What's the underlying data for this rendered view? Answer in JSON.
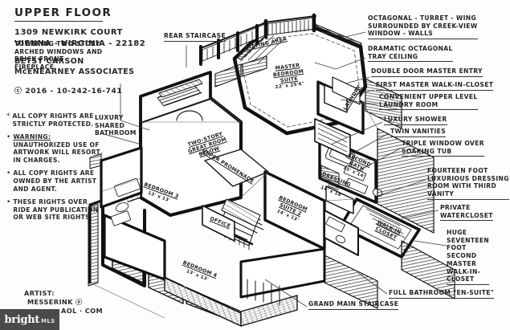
{
  "sheet": {
    "title": "UPPER FLOOR",
    "address_line1": "1309 NEWKIRK COURT",
    "address_line2": "VIENNA - VIRGINIA - 22182",
    "agent_name": "BETSY CARSON",
    "agent_company": "McENEARNEY ASSOCIATES",
    "code": "ⓒ 2016 - 10-242-16-741"
  },
  "legal_notes": [
    {
      "bullet": "*",
      "heading": "",
      "text": "ALL COPY RIGHTS ARE STRICTLY PROTECTED."
    },
    {
      "bullet": "•",
      "heading": "WARNING:",
      "text": "UNAUTHORIZED USE OF ARTWORK WILL RESORT IN CHARGES."
    },
    {
      "bullet": "•",
      "heading": "",
      "text": "ALL COPY RIGHTS ARE OWNED BY THE ARTIST AND AGENT."
    },
    {
      "bullet": "•",
      "heading": "",
      "text": "THESE RIGHTS OVER RIDE ANY PUBLICATION OR WEB SITE RIGHTS."
    }
  ],
  "artist": {
    "label": "ARTIST:",
    "name": "MESSERINK ⓔ",
    "email_domain": "AOL · COM"
  },
  "callouts": {
    "rear_staircase": "REAR STAIRCASE",
    "towering_windows": "TOWERING TWO-STORY\nARCHED WINDOWS AND\nBRICK FRONT\nFIREPLACE.",
    "luxury_shared_bathroom": "LUXURY\nSHARED\nBATHROOM",
    "octagonal_turret": "OCTAGONAL - TURRET - WING\nSURROUNDED BY CREEK-VIEW\nWINDOW - WALLS",
    "tray_ceiling": "DRAMATIC  OCTAGONAL\nTRAY CEILING",
    "master_entry": "DOUBLE DOOR  MASTER  ENTRY",
    "first_walk_in": "FIRST MASTER WALK-IN-CLOSET",
    "laundry": "CONVENIENT UPPER LEVEL\n      LAUNDRY ROOM",
    "luxury_shower": "LUXURY SHOWER",
    "twin_vanities": "TWIN VANITIES",
    "triple_window": "TRIPLE WINDOW OVER\nSOAKING TUB",
    "dressing_room": "FOURTEEN FOOT\nLUXURIOUS DRESSING\nROOM WITH THIRD\n     VANITY",
    "private_watercloset": "PRIVATE\nWATERCLOSET",
    "second_master_closet": "HUGE\nSEVENTEEN\nFOOT\nSECOND\nMASTER\nWALK-IN-\nCLOSET",
    "full_bathroom": "FULL BATHROOM  \"EN-SUITE\"",
    "grand_staircase": "GRAND MAIN STAIRCASE"
  },
  "rooms": [
    {
      "name": "SITTING AREA",
      "dim": ""
    },
    {
      "name": "MASTER\nBEDROOM\nSUITE",
      "dim": "22' x 25'6\""
    },
    {
      "name": "TWO-STORY\nGREAT ROOM\nBELOW",
      "dim": ""
    },
    {
      "name": "UPPER PROMENADE",
      "dim": ""
    },
    {
      "name": "BEDROOM 3",
      "dim": "13' x 13'"
    },
    {
      "name": "BEDROOM 4",
      "dim": "13' x 13'"
    },
    {
      "name": "BEDROOM\nSUITE 2",
      "dim": "14' x 13'"
    },
    {
      "name": "OFFICE",
      "dim": ""
    },
    {
      "name": "DRESSING\nRM.",
      "dim": "14' x 14'"
    },
    {
      "name": "SECOND\nBATH",
      "dim": "15' x 14'"
    },
    {
      "name": "WALK-IN\nCLOSET",
      "dim": ""
    },
    {
      "name": "LAUNDRY",
      "dim": ""
    }
  ],
  "watermark": {
    "brand": "bright",
    "suffix": "MLS"
  },
  "colors": {
    "paper": "#fdfdfc",
    "ink": "#1d1d1d",
    "watermark_bg": "#4a4a4a"
  }
}
